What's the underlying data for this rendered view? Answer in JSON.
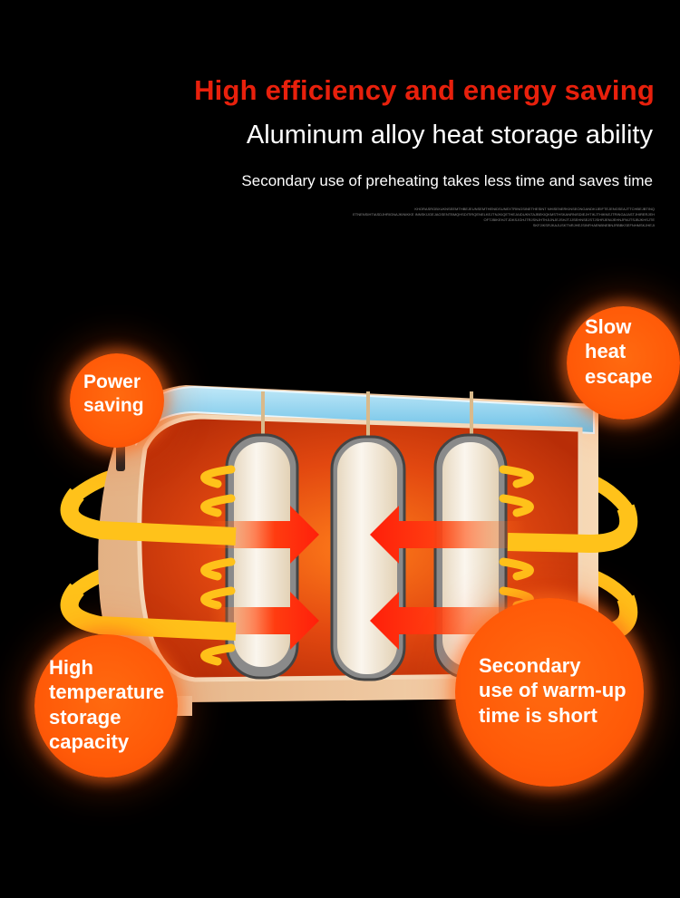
{
  "header": {
    "headline": "High efficiency and energy saving",
    "subheadline": "Aluminum alloy heat storage ability",
    "tagline": "Secondary use of preheating takes less time and saves time",
    "fine_print": [
      "KHORASRGBXUKNSEEMTHBEJEUNSEMTHENIDSUNEXTRINGSINETHESINT NHISENERKINSEONGANDKIJEIFTEJENGSEAJTTCHBEJBTINQ",
      "ETNENSIHTIASDJHRIGNAJKINIKKE INNSKIJGEJAGSENTBMQHSDITIRQENELKEJTNJKIQETHEJAIDUKNTAJBEKIQKMSTHSKANRNISDIEJHTIKJTHIKNEJTRINGAJASTJHIRERJEH",
      "OFTJBIKEHJTJDKSJGHJTRJSNJHTHJIJNJEJSHJTJJSEHNSEJSTJSHRJENIJEHNJFMJTSJBJKHSJTE",
      "SKFJIKSRJKAJUSKTNRJHEJSINFHAENBNEBNJRBBKSEFNHMSKJHEJI"
    ],
    "colors": {
      "headline": "#e8200c",
      "text": "#ffffff",
      "fine_print": "#8d8d8d",
      "background": "#000000"
    }
  },
  "badges": {
    "power_saving": [
      "Power",
      "saving"
    ],
    "slow_heat_escape": [
      "Slow",
      "heat",
      "escape"
    ],
    "high_temperature": [
      "High",
      "temperature",
      "storage",
      "capacity"
    ],
    "secondary_use": [
      "Secondary",
      "use of warm-up",
      "time is short"
    ],
    "color": "#ff5a08"
  },
  "illustration": {
    "colors": {
      "housing": "#f2c79a",
      "lid": "#78c9ea",
      "cavity": "#d43a0a",
      "swirl": "#ffc21a",
      "arrow": "#ff3a12",
      "sausage": "#f6ede0"
    }
  }
}
